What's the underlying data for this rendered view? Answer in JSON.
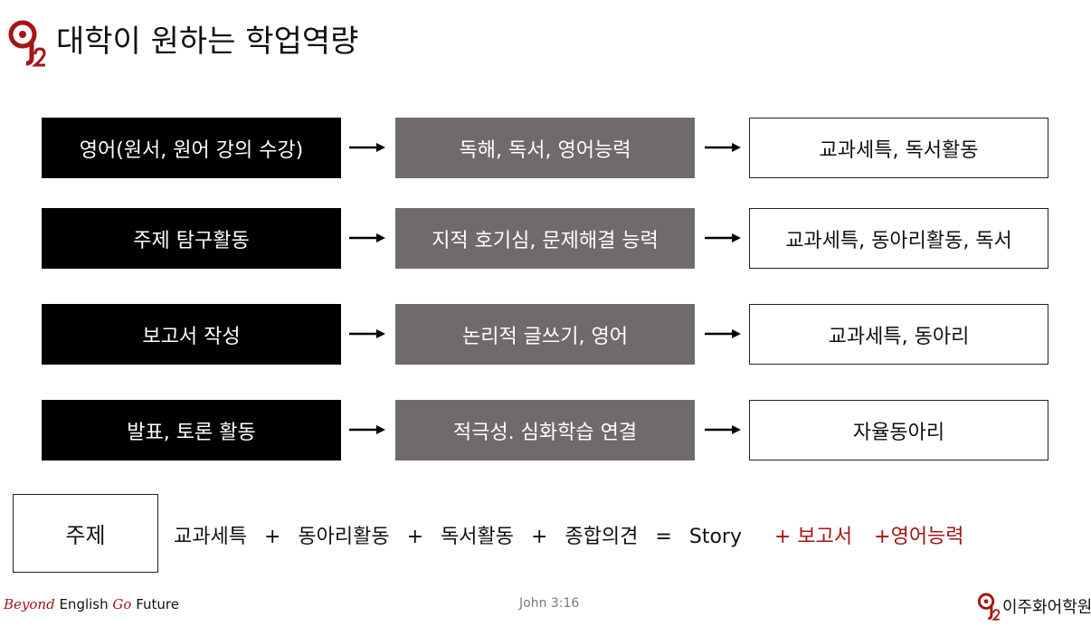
{
  "header": {
    "title": "대학이 원하는 학업역량"
  },
  "rows": [
    {
      "activity": "영어(원서, 원어 강의 수강)",
      "competency": "독해, 독서, 영어능력",
      "record": "교과세특, 독서활동"
    },
    {
      "activity": "주제 탐구활동",
      "competency": "지적 호기심, 문제해결 능력",
      "record": "교과세특, 동아리활동, 독서"
    },
    {
      "activity": "보고서 작성",
      "competency": "논리적 글쓰기, 영어",
      "record": "교과세특, 동아리"
    },
    {
      "activity": "발표, 토론 활동",
      "competency": "적극성. 심화학습 연결",
      "record": "자율동아리"
    }
  ],
  "summary": {
    "subject_label": "주제",
    "terms": [
      "교과세특",
      "+",
      "동아리활동",
      "+",
      "독서활동",
      "+",
      "종합의견",
      "=",
      "Story"
    ],
    "extra_terms": [
      "+ 보고서",
      "+영어능력"
    ]
  },
  "footer": {
    "tagline_1": "Beyond",
    "tagline_2": "English",
    "tagline_3": "Go",
    "tagline_4": "Future",
    "reference": "John 3:16",
    "org_name": "이주화어학원"
  },
  "colors": {
    "black_box": "#000000",
    "gray_box": "#6f6b6a",
    "accent_red": "#a31515"
  },
  "icons": {
    "logo": "logo-icon",
    "arrow": "arrow-right-icon"
  }
}
